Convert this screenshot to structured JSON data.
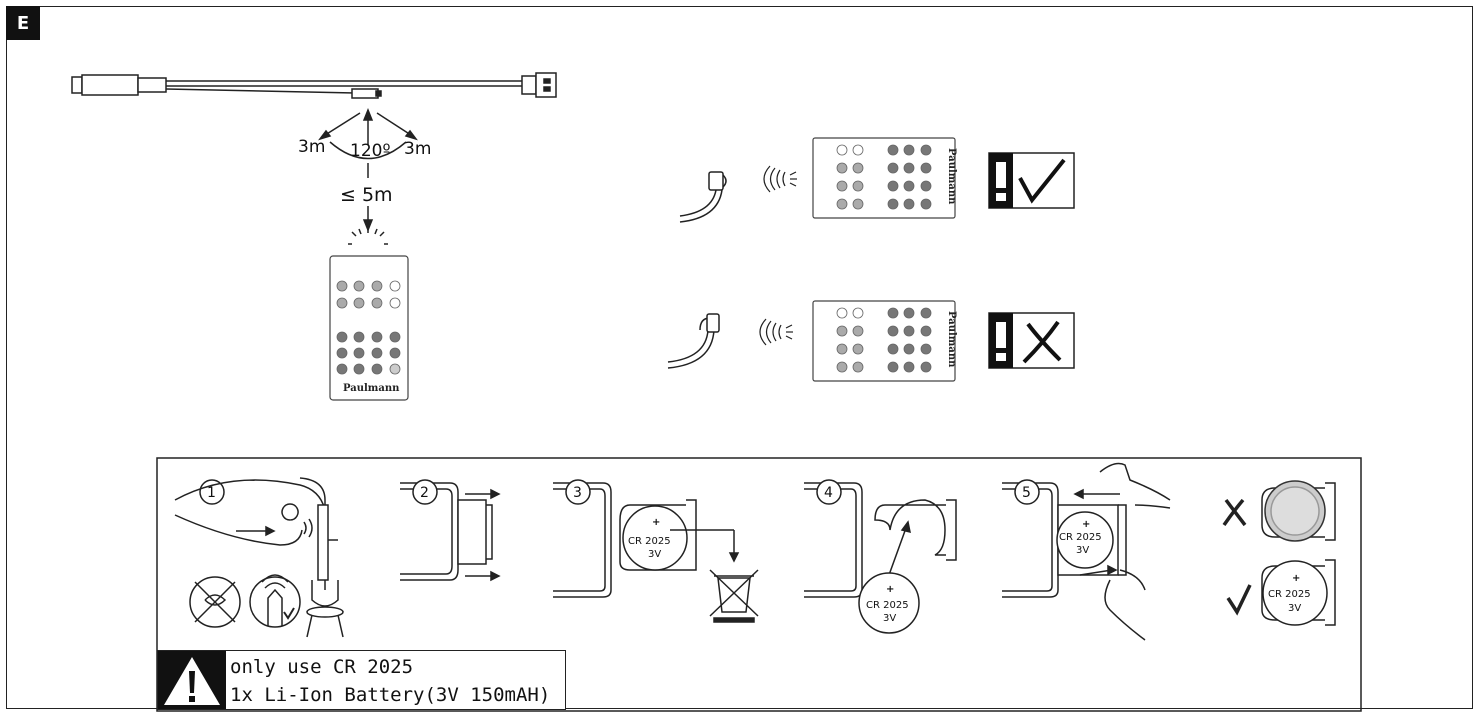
{
  "section_letter": "E",
  "range": {
    "left_distance": "3m",
    "angle": "120º",
    "right_distance": "3m",
    "max_distance": "≤ 5m"
  },
  "brand_name": "Paulmann",
  "battery_label_line1": "CR 2025",
  "battery_label_line2": "3V",
  "steps": [
    "1",
    "2",
    "3",
    "4",
    "5"
  ],
  "warning": {
    "line1": "only use CR 2025",
    "line2": "1x Li-Ion Battery(3V 150mAH)"
  },
  "icons": [
    "warning-icon",
    "check-icon",
    "cross-icon",
    "recycle-bin-crossed-icon",
    "remote-control-icon",
    "ir-signal-icon",
    "sensor-icon"
  ]
}
